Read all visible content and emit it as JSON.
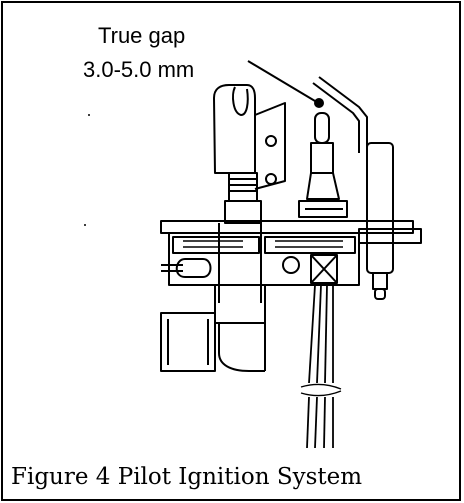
{
  "annotation": {
    "line1": "True gap",
    "line2": "3.0-5.0  mm"
  },
  "caption": "Figure 4 Pilot Ignition System",
  "colors": {
    "ink": "#000000",
    "paper": "#ffffff"
  }
}
